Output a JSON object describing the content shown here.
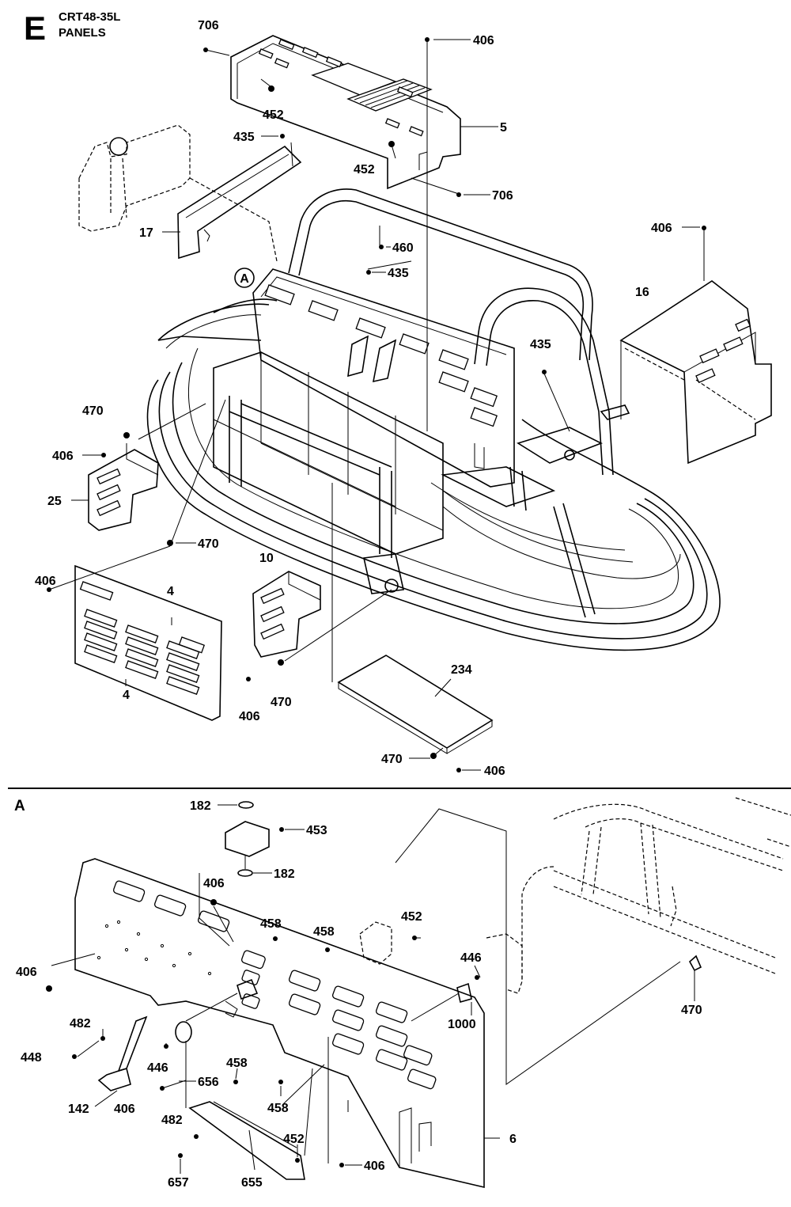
{
  "header": {
    "section_letter": "E",
    "model": "CRT48-35L",
    "title": "PANELS"
  },
  "detail": {
    "letter": "A",
    "callout": "A"
  },
  "callouts_main": [
    {
      "id": "c706a",
      "text": "706"
    },
    {
      "id": "c406a",
      "text": "406"
    },
    {
      "id": "c452a",
      "text": "452"
    },
    {
      "id": "c5",
      "text": "5"
    },
    {
      "id": "c435a",
      "text": "435"
    },
    {
      "id": "c452b",
      "text": "452"
    },
    {
      "id": "c706b",
      "text": "706"
    },
    {
      "id": "c17",
      "text": "17"
    },
    {
      "id": "c460",
      "text": "460"
    },
    {
      "id": "c406b",
      "text": "406"
    },
    {
      "id": "c435b",
      "text": "435"
    },
    {
      "id": "c16",
      "text": "16"
    },
    {
      "id": "c435c",
      "text": "435"
    },
    {
      "id": "c470a",
      "text": "470"
    },
    {
      "id": "c406c",
      "text": "406"
    },
    {
      "id": "c25",
      "text": "25"
    },
    {
      "id": "c470b",
      "text": "470"
    },
    {
      "id": "c10",
      "text": "10"
    },
    {
      "id": "c406d",
      "text": "406"
    },
    {
      "id": "c4a",
      "text": "4"
    },
    {
      "id": "c4b",
      "text": "4"
    },
    {
      "id": "c234",
      "text": "234"
    },
    {
      "id": "c406e",
      "text": "406"
    },
    {
      "id": "c470c",
      "text": "470"
    },
    {
      "id": "c470d",
      "text": "470"
    },
    {
      "id": "c406f",
      "text": "406"
    }
  ],
  "callouts_detail": [
    {
      "id": "d182a",
      "text": "182"
    },
    {
      "id": "d453",
      "text": "453"
    },
    {
      "id": "d182b",
      "text": "182"
    },
    {
      "id": "d406a",
      "text": "406"
    },
    {
      "id": "d458a",
      "text": "458"
    },
    {
      "id": "d458b",
      "text": "458"
    },
    {
      "id": "d452a",
      "text": "452"
    },
    {
      "id": "d406b",
      "text": "406"
    },
    {
      "id": "d446a",
      "text": "446"
    },
    {
      "id": "d1000",
      "text": "1000"
    },
    {
      "id": "d470",
      "text": "470"
    },
    {
      "id": "d482a",
      "text": "482"
    },
    {
      "id": "d448",
      "text": "448"
    },
    {
      "id": "d446b",
      "text": "446"
    },
    {
      "id": "d458c",
      "text": "458"
    },
    {
      "id": "d656",
      "text": "656"
    },
    {
      "id": "d142",
      "text": "142"
    },
    {
      "id": "d406c",
      "text": "406"
    },
    {
      "id": "d458d",
      "text": "458"
    },
    {
      "id": "d482b",
      "text": "482"
    },
    {
      "id": "d452b",
      "text": "452"
    },
    {
      "id": "d6",
      "text": "6"
    },
    {
      "id": "d406d",
      "text": "406"
    },
    {
      "id": "d657",
      "text": "657"
    },
    {
      "id": "d655",
      "text": "655"
    }
  ]
}
